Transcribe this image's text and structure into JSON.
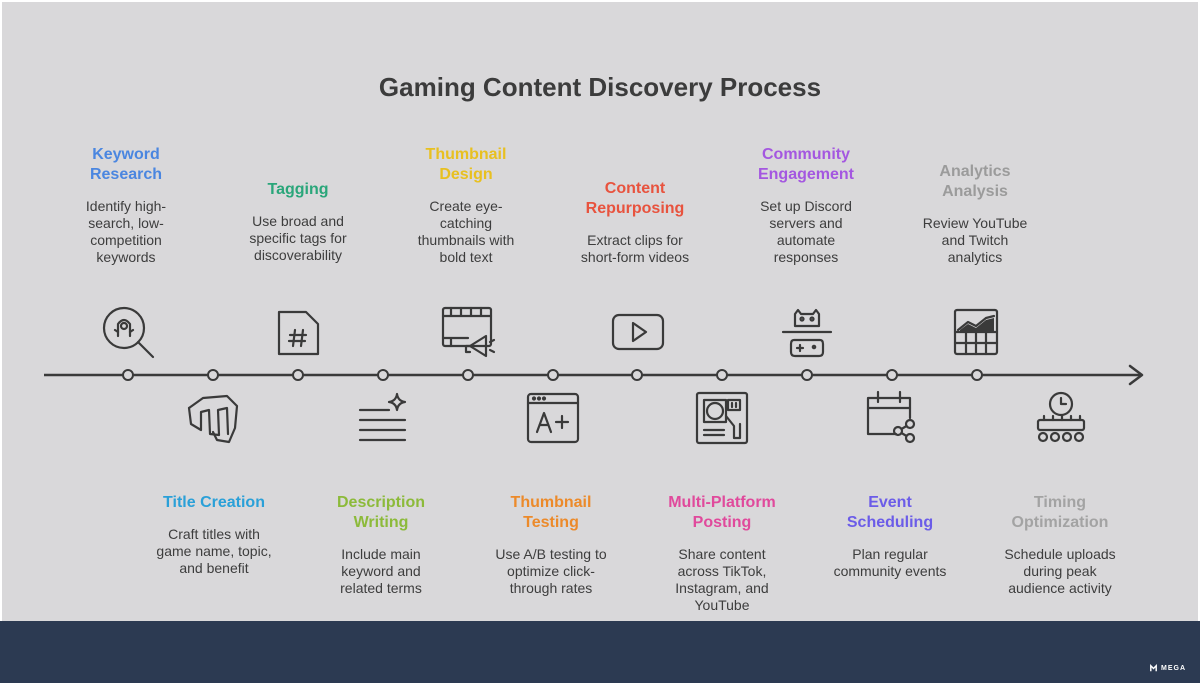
{
  "title": "Gaming Content Discovery Process",
  "brand": "MEGA",
  "steps_top": [
    {
      "heading": "Keyword\nResearch",
      "desc": "Identify high-\nsearch, low-\ncompetition\nkeywords",
      "color": "#4a86e0",
      "icon": "search-gamer-icon"
    },
    {
      "heading": "Tagging",
      "desc": "Use broad and\nspecific tags for\ndiscoverability",
      "color": "#2aa67a",
      "icon": "hashtag-file-icon"
    },
    {
      "heading": "Thumbnail\nDesign",
      "desc": "Create eye-\ncatching\nthumbnails with\nbold text",
      "color": "#e8c020",
      "icon": "film-megaphone-icon"
    },
    {
      "heading": "Content\nRepurposing",
      "desc": "Extract clips for\nshort-form videos",
      "color": "#e8533e",
      "icon": "video-play-icon"
    },
    {
      "heading": "Community\nEngagement",
      "desc": "Set up Discord\nservers and\nautomate\nresponses",
      "color": "#a457e0",
      "icon": "bot-controller-icon"
    },
    {
      "heading": "Analytics\nAnalysis",
      "desc": "Review YouTube\nand Twitch\nanalytics",
      "color": "#9b9b9b",
      "icon": "analytics-chart-icon"
    }
  ],
  "steps_bottom": [
    {
      "heading": "Title Creation",
      "desc": "Craft titles with\ngame name, topic,\nand benefit",
      "color": "#2aa0d8",
      "icon": "fist-icon"
    },
    {
      "heading": "Description\nWriting",
      "desc": "Include main\nkeyword and\nrelated terms",
      "color": "#8cba3a",
      "icon": "text-sparkle-icon"
    },
    {
      "heading": "Thumbnail\nTesting",
      "desc": "Use A/B testing to\noptimize click-\nthrough rates",
      "color": "#ec8a2a",
      "icon": "ab-test-window-icon"
    },
    {
      "heading": "Multi-Platform\nPosting",
      "desc": "Share content\nacross TikTok,\nInstagram, and\nYouTube",
      "color": "#e04a9c",
      "icon": "multi-platform-icon"
    },
    {
      "heading": "Event\nScheduling",
      "desc": "Plan regular\ncommunity events",
      "color": "#6b5ce8",
      "icon": "calendar-share-icon"
    },
    {
      "heading": "Timing\nOptimization",
      "desc": "Schedule uploads\nduring peak\naudience activity",
      "color": "#a3a3a3",
      "icon": "clock-conveyor-icon"
    }
  ]
}
